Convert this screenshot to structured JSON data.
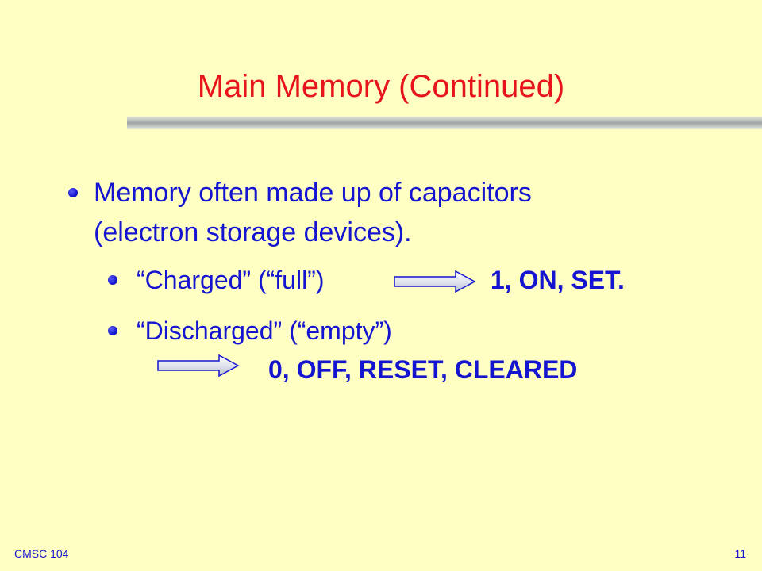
{
  "title": "Main Memory (Continued)",
  "bullets": {
    "main_line1": "Memory often made up of capacitors",
    "main_line2": "(electron storage devices).",
    "charged_label": "“Charged” (“full”)",
    "charged_values": "1, ON, SET.",
    "discharged_label": "“Discharged” (“empty”)",
    "discharged_values": "0, OFF, RESET, CLEARED"
  },
  "footer": {
    "course": "CMSC 104",
    "page_number": "11"
  },
  "colors": {
    "background": "#FFFFC4",
    "title": "#E8141B",
    "text": "#1414D1"
  },
  "icons": [
    "bullet-icon",
    "right-arrow-icon"
  ]
}
